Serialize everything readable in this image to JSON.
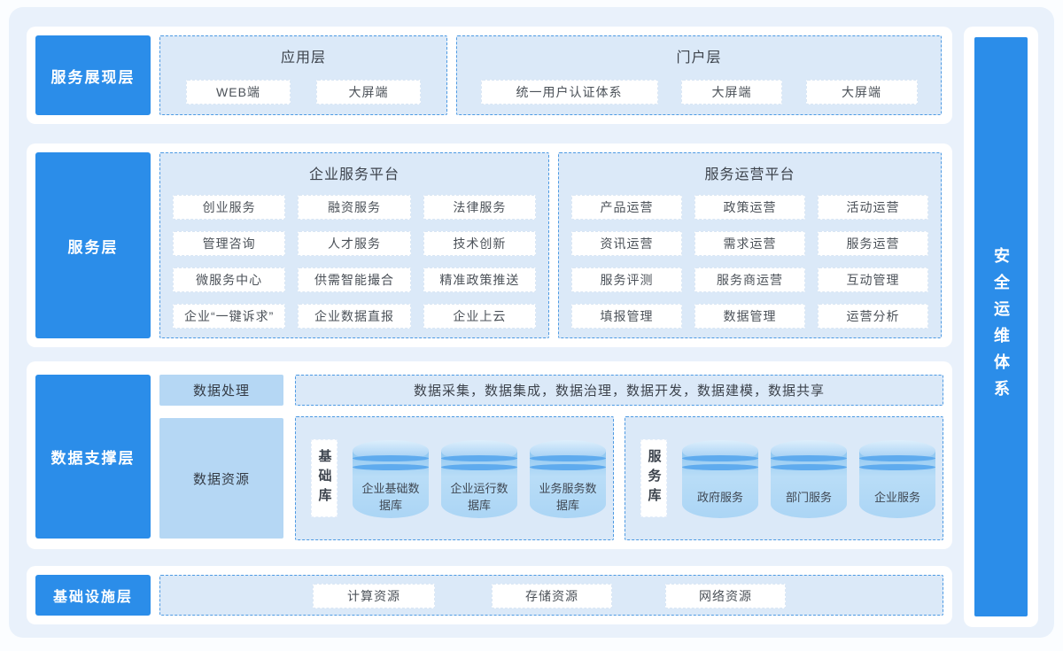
{
  "layers": {
    "presentation": {
      "label": "服务展现层",
      "application": {
        "title": "应用层",
        "items": [
          "WEB端",
          "大屏端"
        ]
      },
      "portal": {
        "title": "门户层",
        "items": [
          "统一用户认证体系",
          "大屏端",
          "大屏端"
        ]
      }
    },
    "service": {
      "label": "服务层",
      "enterprise": {
        "title": "企业服务平台",
        "items": [
          "创业服务",
          "融资服务",
          "法律服务",
          "管理咨询",
          "人才服务",
          "技术创新",
          "微服务中心",
          "供需智能撮合",
          "精准政策推送",
          "企业“一键诉求”",
          "企业数据直报",
          "企业上云"
        ]
      },
      "operation": {
        "title": "服务运营平台",
        "items": [
          "产品运营",
          "政策运营",
          "活动运营",
          "资讯运营",
          "需求运营",
          "服务运营",
          "服务评测",
          "服务商运营",
          "互动管理",
          "填报管理",
          "数据管理",
          "运营分析"
        ]
      }
    },
    "data_support": {
      "label": "数据支撑层",
      "processing": {
        "label": "数据处理",
        "pipeline": "数据采集，数据集成，数据治理，数据开发，数据建模，数据共享"
      },
      "resource": {
        "label": "数据资源",
        "base_db": {
          "label": "基础库",
          "databases": [
            "企业基础数据库",
            "企业运行数据库",
            "业务服务数据库"
          ]
        },
        "service_db": {
          "label": "服务库",
          "databases": [
            "政府服务",
            "部门服务",
            "企业服务"
          ]
        }
      }
    },
    "infrastructure": {
      "label": "基础设施层",
      "items": [
        "计算资源",
        "存储资源",
        "网络资源"
      ]
    },
    "security": {
      "label": "安全运维体系"
    }
  },
  "colors": {
    "accent_blue": "#2b8de9",
    "panel_background": "#e9f1fb",
    "dashed_fill": "#dbe9f8",
    "dashed_border": "#4d9ae3",
    "light_box": "#b5d7f4",
    "cylinder_body": "#abd5f5",
    "cylinder_stripe": "#5fabee"
  }
}
